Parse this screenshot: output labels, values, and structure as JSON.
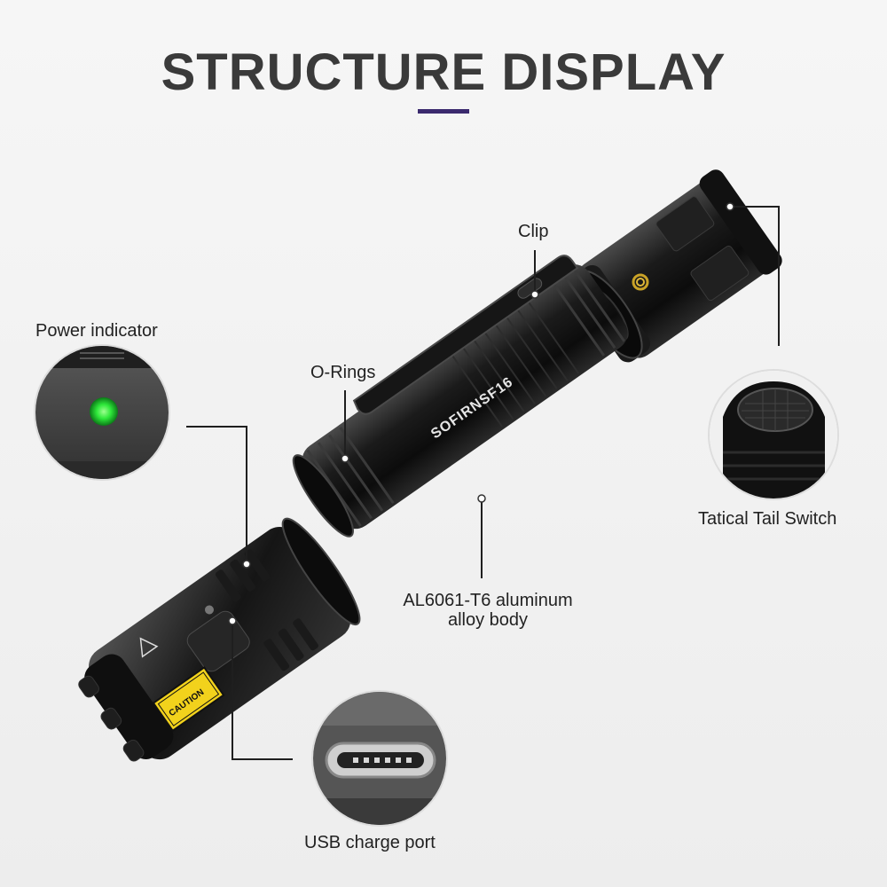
{
  "title": "STRUCTURE DISPLAY",
  "accent_color": "#3b2a6e",
  "indicator_color": "#2ee83a",
  "labels": {
    "clip": "Clip",
    "power_indicator": "Power indicator",
    "o_rings": "O-Rings",
    "tail_switch": "Tatical Tail Switch",
    "body_line1": "AL6061-T6 aluminum",
    "body_line2": "alloy body",
    "usb": "USB charge port"
  },
  "body_engraving": "SOFIRNSF16",
  "caution_text": "CAUTION"
}
